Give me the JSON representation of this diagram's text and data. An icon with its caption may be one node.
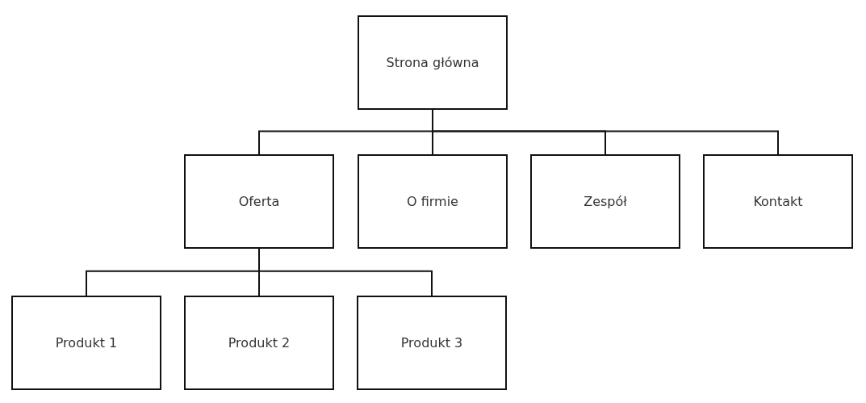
{
  "diagram": {
    "nodes": [
      {
        "text": [
          "Strona główna"
        ]
      },
      {
        "text": [
          "Oferta"
        ]
      },
      {
        "text": [
          "O firmie"
        ]
      },
      {
        "text": [
          "Zespół"
        ]
      },
      {
        "text": [
          "Kontakt"
        ]
      },
      {
        "text": [
          "Produkt 1"
        ]
      },
      {
        "text": [
          "Produkt 2"
        ]
      },
      {
        "text": [
          "Produkt 3"
        ]
      }
    ],
    "edges": [
      {
        "from": 0,
        "to": 1,
        "arrow": "none"
      },
      {
        "from": 0,
        "to": 2,
        "arrow": "none"
      },
      {
        "from": 0,
        "to": 3,
        "arrow": "none"
      },
      {
        "from": 0,
        "to": 4,
        "arrow": "none"
      },
      {
        "from": 1,
        "to": 5,
        "arrow": "none"
      },
      {
        "from": 1,
        "to": 6,
        "arrow": "none"
      },
      {
        "from": 1,
        "to": 7,
        "arrow": "none"
      }
    ]
  }
}
